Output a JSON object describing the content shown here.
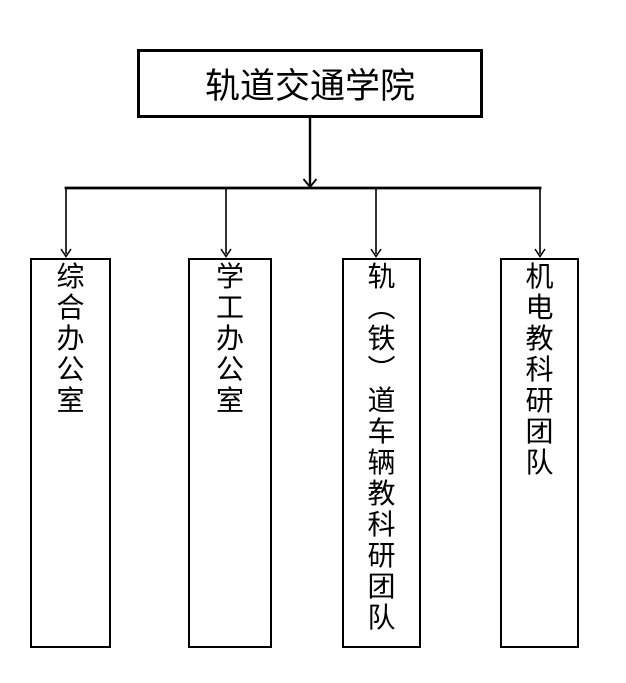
{
  "diagram": {
    "type": "org-chart",
    "root": {
      "label": "轨道交通学院"
    },
    "children": [
      {
        "label": "综合办公室"
      },
      {
        "label": "学工办公室"
      },
      {
        "label": "轨︵铁︶道车辆教科研团队"
      },
      {
        "label": "机电教科研团队"
      }
    ],
    "colors": {
      "background": "#ffffff",
      "line": "#000000",
      "border": "#000000",
      "text": "#000000"
    }
  }
}
